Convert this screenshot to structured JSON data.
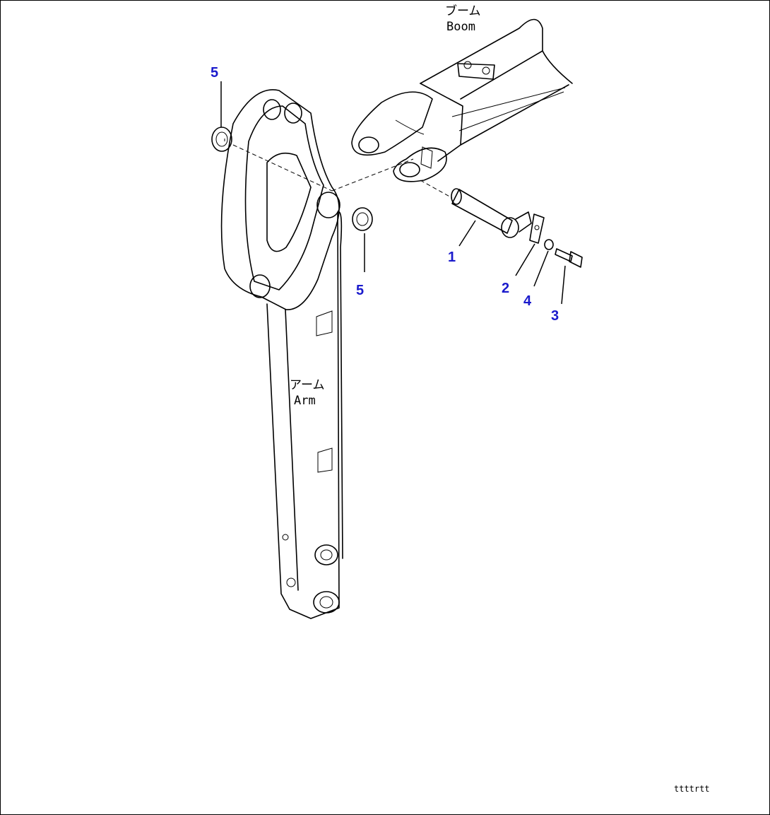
{
  "labels": {
    "boom_jp": "ブーム",
    "boom_en": "Boom",
    "arm_jp": "アーム",
    "arm_en": "Arm"
  },
  "callouts": {
    "c1": "1",
    "c2": "2",
    "c3": "3",
    "c4": "4",
    "c5_upper": "5",
    "c5_lower": "5"
  },
  "drawing_code": "ttttrtt",
  "colors": {
    "callout": "#1a1acc",
    "line": "#000000"
  }
}
